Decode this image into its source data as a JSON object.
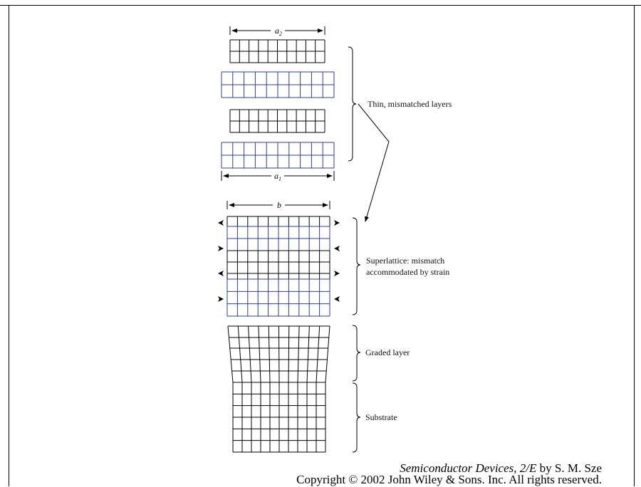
{
  "labels": {
    "a2": "a",
    "a2_sub": "2",
    "a1": "a",
    "a1_sub": "1",
    "b": "b",
    "thin_layers": "Thin, mismatched layers",
    "superlattice_line1": "Superlattice: mismatch",
    "superlattice_line2": "accommodated by strain",
    "graded": "Graded layer",
    "substrate": "Substrate"
  },
  "caption": {
    "book_title": "Semiconductor Devices, 2/E",
    "author": " by S. M. Sze",
    "copyright": "Copyright © 2002 John Wiley & Sons. Inc. All rights reserved."
  },
  "colors": {
    "lattice_a": "#000000",
    "lattice_b": "#2b3f9e"
  }
}
